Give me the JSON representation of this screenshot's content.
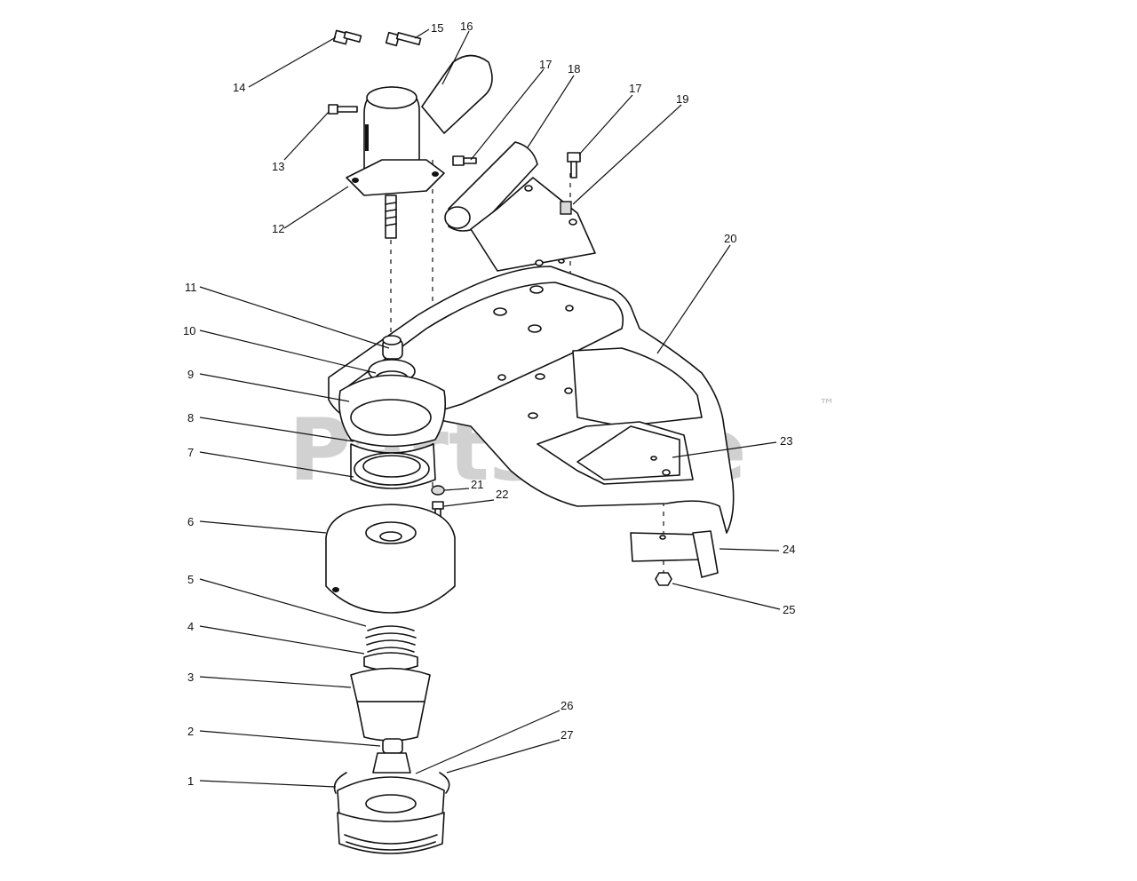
{
  "watermark": {
    "text": "PartsTree",
    "tm": "™"
  },
  "callouts": [
    "1",
    "2",
    "3",
    "4",
    "5",
    "6",
    "7",
    "8",
    "9",
    "10",
    "11",
    "12",
    "13",
    "14",
    "15",
    "16",
    "17",
    "18",
    "19",
    "20",
    "21",
    "22",
    "23",
    "24",
    "25",
    "26",
    "27"
  ],
  "callout_17_second": "17"
}
